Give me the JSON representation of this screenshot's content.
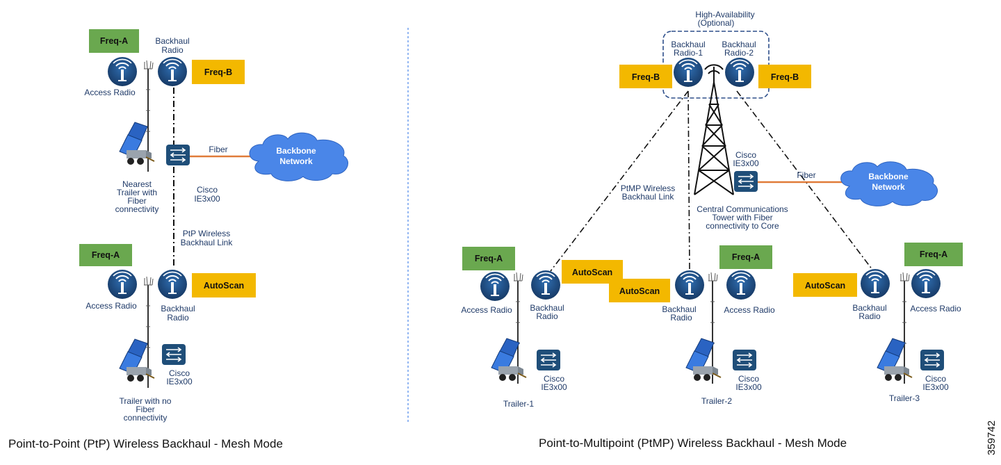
{
  "colors": {
    "freq_a": "#6aa84f",
    "freq_b": "#f3b800",
    "radio": "#1f4e79",
    "fiber": "#e07b39",
    "cloud": "#4a86e8",
    "ha_box": "#2d4e8a"
  },
  "ptp": {
    "caption": "Point-to-Point (PtP) Wireless Backhaul - Mesh Mode",
    "top": {
      "freq_a": "Freq-A",
      "backhaul_label": [
        "Backhaul",
        "Radio"
      ],
      "freq_b": "Freq-B",
      "access_label": "Access Radio",
      "fiber_label": "Fiber",
      "backbone": [
        "Backbone",
        "Network"
      ],
      "trailer_label": [
        "Nearest",
        "Trailer with",
        "Fiber",
        "connectivity"
      ],
      "switch_label": [
        "Cisco",
        "IE3x00"
      ]
    },
    "link_label": [
      "PtP Wireless",
      "Backhaul Link"
    ],
    "bottom": {
      "freq_a": "Freq-A",
      "autoscan": "AutoScan",
      "access_label": "Access Radio",
      "backhaul_label": [
        "Backhaul",
        "Radio"
      ],
      "switch_label": [
        "Cisco",
        "IE3x00"
      ],
      "trailer_label": [
        "Trailer with no",
        "Fiber",
        "connectivity"
      ]
    }
  },
  "ptmp": {
    "caption": "Point-to-Multipoint (PtMP) Wireless Backhaul - Mesh Mode",
    "ha_label": [
      "High-Availability",
      "(Optional)"
    ],
    "radio1_label": [
      "Backhaul",
      "Radio-1"
    ],
    "radio2_label": [
      "Backhaul",
      "Radio-2"
    ],
    "freq_b_left": "Freq-B",
    "freq_b_right": "Freq-B",
    "tower_switch_label": [
      "Cisco",
      "IE3x00"
    ],
    "fiber_label": "Fiber",
    "backbone": [
      "Backbone",
      "Network"
    ],
    "link_label": [
      "PtMP Wireless",
      "Backhaul Link"
    ],
    "tower_label": [
      "Central Communications",
      "Tower with Fiber",
      "connectivity to Core"
    ],
    "trailers": [
      {
        "freq_a": "Freq-A",
        "autoscan": "AutoScan",
        "access_label": "Access Radio",
        "backhaul_label": [
          "Backhaul",
          "Radio"
        ],
        "switch_label": [
          "Cisco",
          "IE3x00"
        ],
        "name": "Trailer-1"
      },
      {
        "freq_a": "Freq-A",
        "autoscan": "AutoScan",
        "access_label": "Access Radio",
        "backhaul_label": [
          "Backhaul",
          "Radio"
        ],
        "switch_label": [
          "Cisco",
          "IE3x00"
        ],
        "name": "Trailer-2"
      },
      {
        "freq_a": "Freq-A",
        "autoscan": "AutoScan",
        "access_label": "Access Radio",
        "backhaul_label": [
          "Backhaul",
          "Radio"
        ],
        "switch_label": [
          "Cisco",
          "IE3x00"
        ],
        "name": "Trailer-3"
      }
    ]
  },
  "figure_number": "359742"
}
